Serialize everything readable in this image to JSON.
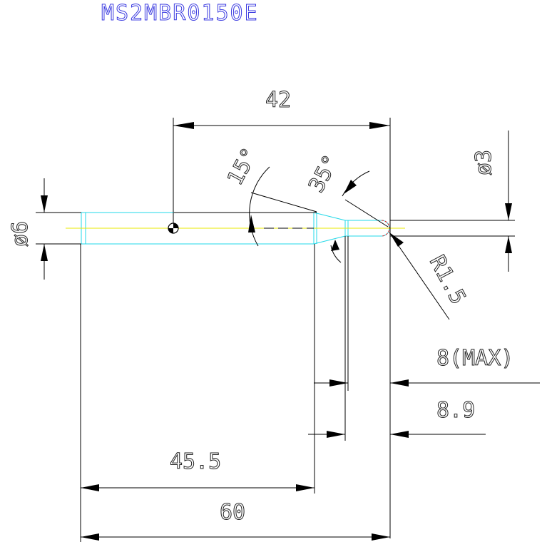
{
  "drawing": {
    "part_number": "MS2MBR0150E",
    "dimensions": {
      "length_42": "42",
      "angle_15": "15°",
      "angle_35": "35°",
      "dia_3": "ø3",
      "dia_6": "ø6",
      "radius": "R1.5",
      "length_8max": "8(MAX)",
      "length_8_9": "8.9",
      "length_45_5": "45.5",
      "length_60": "60"
    }
  },
  "colors": {
    "outline": "#000000",
    "body": "#22d8e8",
    "centerline": "#e8e800",
    "tip": "#e02020",
    "title": "#3a3ae0"
  }
}
